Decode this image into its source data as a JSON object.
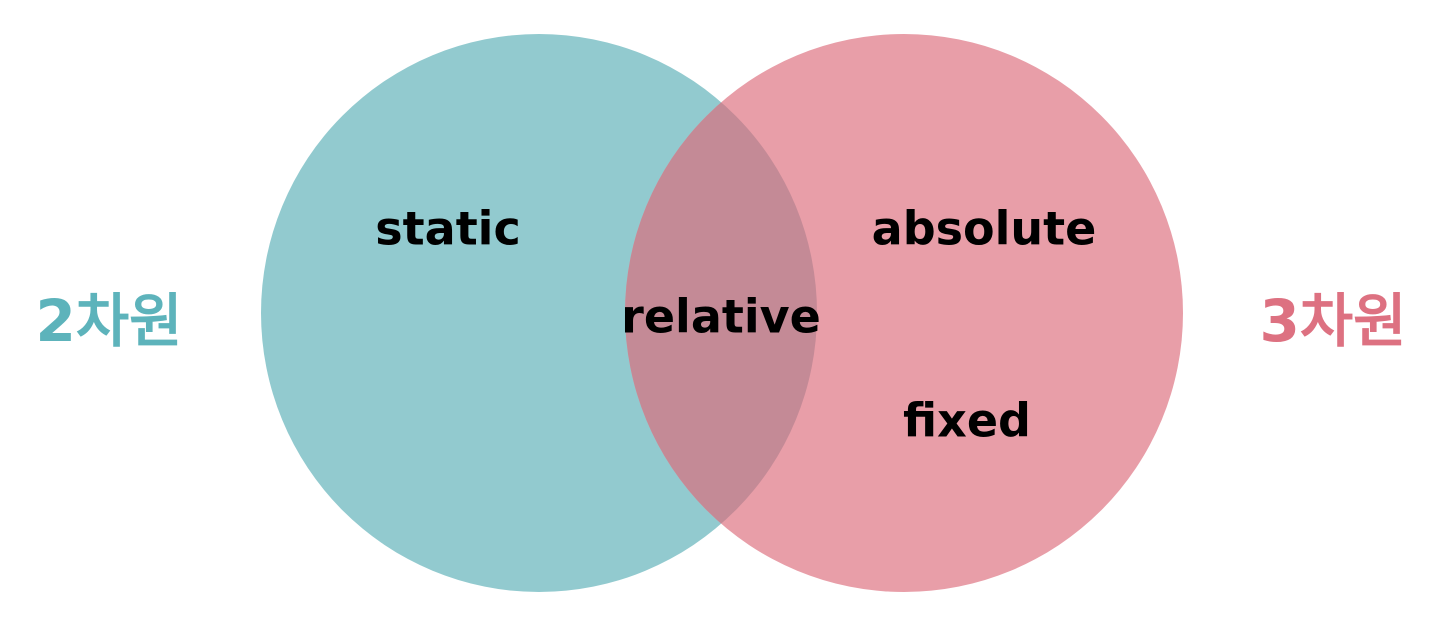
{
  "left_set": {
    "label": "2차원",
    "color": "#5DB3BB",
    "items": [
      "static"
    ]
  },
  "right_set": {
    "label": "3차원",
    "color": "#DD7181",
    "items": [
      "absolute",
      "fixed"
    ]
  },
  "intersection": {
    "items": [
      "relative"
    ],
    "color": "#C48A96"
  },
  "colors": {
    "left_circle": "#92CACF",
    "right_circle": "#E89EA8",
    "text": "#000000"
  }
}
